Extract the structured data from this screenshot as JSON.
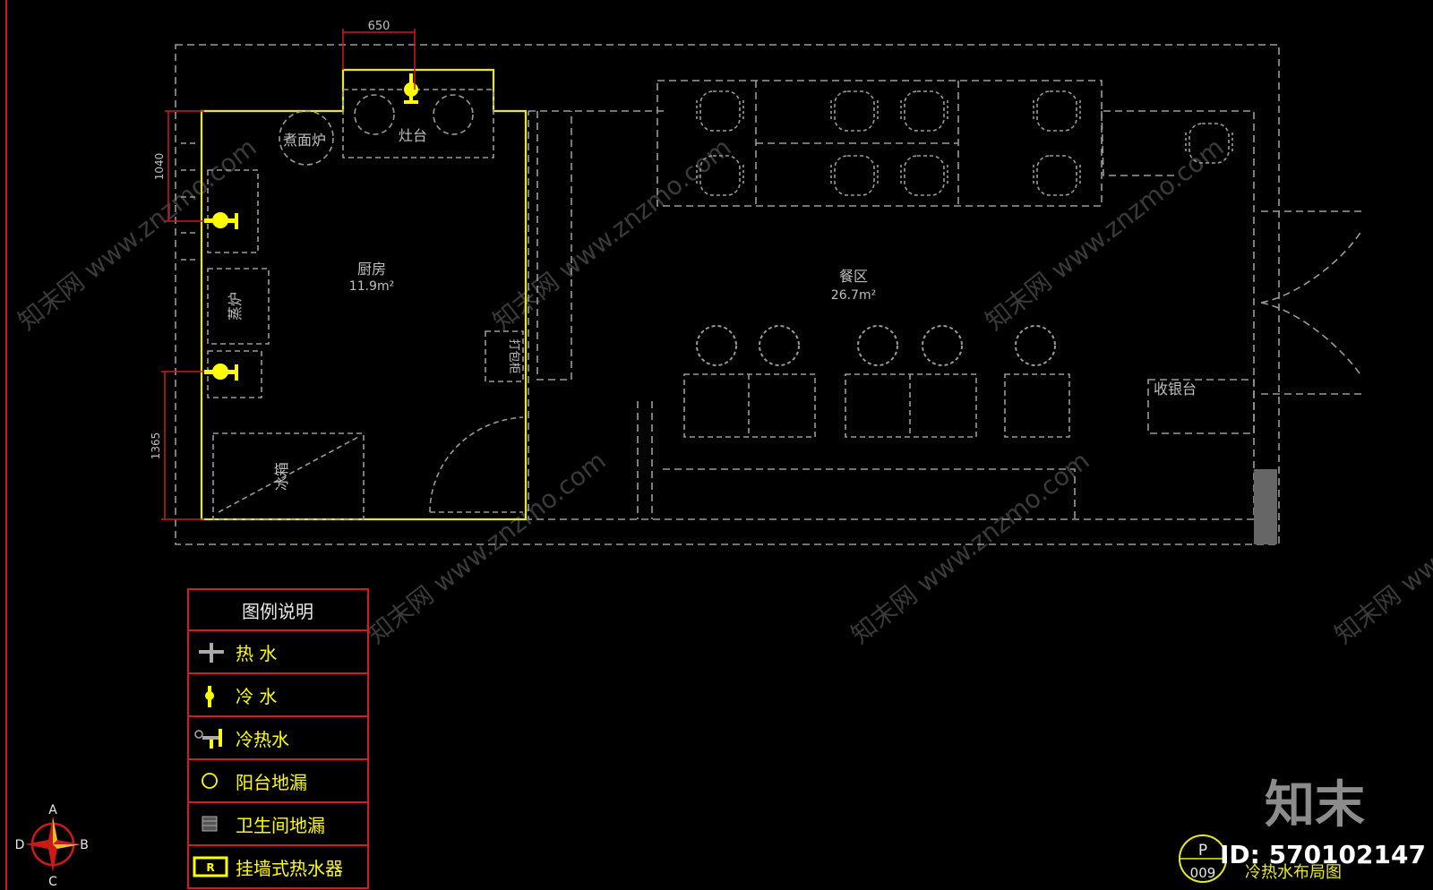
{
  "dimensions": {
    "top_width": "650",
    "left_upper": "1040",
    "left_lower": "1365"
  },
  "rooms": {
    "kitchen_name": "厨房",
    "kitchen_area": "11.9m²",
    "dining_name": "餐区",
    "dining_area": "26.7m²"
  },
  "fixtures": {
    "noodle_stove": "煮面炉",
    "stove": "灶台",
    "steamer": "蒸炉",
    "packer": "打包柜",
    "freezer": "冰箱",
    "cashier": "收银台"
  },
  "legend": {
    "title": "图例说明",
    "items": [
      {
        "label": "热 水",
        "icon": "hot-water-icon"
      },
      {
        "label": "冷 水",
        "icon": "cold-water-icon"
      },
      {
        "label": "冷热水",
        "icon": "hot-cold-water-icon"
      },
      {
        "label": "阳台地漏",
        "icon": "balcony-drain-icon"
      },
      {
        "label": "卫生间地漏",
        "icon": "bathroom-drain-icon"
      },
      {
        "label": "挂墙式热水器",
        "icon": "wall-heater-icon"
      }
    ]
  },
  "compass": {
    "north": "A",
    "east": "B",
    "south": "C",
    "west": "D"
  },
  "drawing": {
    "badge_letter": "P",
    "badge_number": "009",
    "title": "冷热水布局图"
  },
  "watermark": {
    "brand": "知末",
    "id": "ID: 570102147",
    "site": "知末网 www.znzmo.com"
  },
  "colors": {
    "wall": "#e8e829",
    "dashed": "#9a9a9a",
    "dimension": "#cc1a1a",
    "legend_border": "#d01e1e",
    "fixture": "#ffff00",
    "text": "#bfbfbf"
  }
}
